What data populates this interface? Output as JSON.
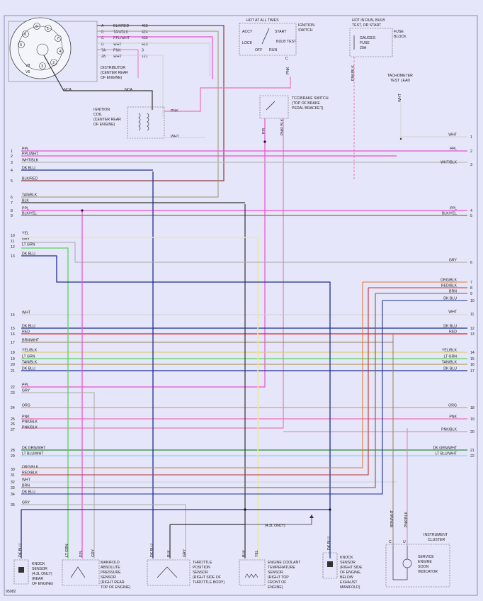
{
  "colors": {
    "background": "#e6e6fa",
    "border": "#8a8ab4",
    "PPL": "#e84fd0",
    "PPL/WHT": "#e84fd0",
    "WHT/BLK": "#b9b9b9",
    "DK BLU": "#1e2f8c",
    "BLK/RED": "#8c3a3a",
    "TAN/BLK": "#a8a284",
    "BLK": "#333333",
    "BLK/YEL": "#7a7a3a",
    "YEL": "#f3ef6a",
    "GRY": "#a8a8a8",
    "LT GRN": "#5ad25a",
    "WHT": "#d0d0d0",
    "RED": "#e02020",
    "BRN/WHT": "#9a7a5a",
    "YEL/BLK": "#d8d070",
    "TAN/BLK2": "#b0a070",
    "ORG": "#ff9a3a",
    "PNK": "#f070b8",
    "PNK/BLK": "#e080b0",
    "DK GRN/WHT": "#2a8a3a",
    "LT BLU/WHT": "#8ad0ff",
    "ORG/BLK": "#e07830",
    "RED/BLK": "#c03030",
    "BRN": "#8a5a2a"
  },
  "distributor": {
    "pins": [
      "8",
      "1",
      "6",
      "7",
      "5",
      "4",
      "2",
      "3"
    ],
    "v_labels": [
      "V8",
      "V6"
    ],
    "caption": [
      "DISTRIBUTOR",
      "(CENTER REAR",
      "OF ENGINE)"
    ],
    "terminals": [
      {
        "t": "A",
        "color": "BLK/RED",
        "num": "453"
      },
      {
        "t": "B",
        "color": "TAN/BLK",
        "num": "424"
      },
      {
        "t": "C",
        "color": "PPL/WHT",
        "num": "430"
      },
      {
        "t": "D",
        "color": "WHT",
        "num": "423"
      },
      {
        "t": "7A",
        "color": "PNK",
        "num": "3"
      },
      {
        "t": "2B",
        "color": "WHT",
        "num": "121"
      }
    ],
    "nca_left": "NCA",
    "nca_right": "NCA"
  },
  "ignition_switch": {
    "title": "HOT AT ALL TIMES",
    "label": [
      "IGNITION",
      "SWITCH"
    ],
    "positions": [
      "ACCY",
      "START",
      "LOCK",
      "BULB TEST",
      "OFF",
      "RUN"
    ],
    "terminal": "C",
    "wire": "PNK"
  },
  "fuse": {
    "title": [
      "HOT IN RUN, BULB",
      "TEST, OR START"
    ],
    "label": [
      "FUSE",
      "BLOCK"
    ],
    "name": [
      "GAUGES",
      "FUSE",
      "20A"
    ],
    "wire": "PNK/BLK"
  },
  "tach": {
    "label": [
      "TACHOMETER",
      "TEST LEAD"
    ],
    "wire": "WHT"
  },
  "coil": {
    "label": [
      "IGNITION",
      "COIL",
      "(CENTER REAR",
      "OF ENGINE)"
    ],
    "wires": [
      "PNK",
      "WHT"
    ]
  },
  "tcc": {
    "label": [
      "TCC/BRAKE SWITCH",
      "(TOP OF BRAKE",
      "PEDAL BRACKET)"
    ],
    "wires": [
      "PPL",
      "PNK/ BLK"
    ]
  },
  "left_rows": [
    {
      "n": "1",
      "lbl": "PPL"
    },
    {
      "n": "2",
      "lbl": "PPL/WHT"
    },
    {
      "n": "3",
      "lbl": "WHT/BLK"
    },
    {
      "n": "4",
      "lbl": "DK BLU"
    },
    {
      "n": "5",
      "lbl": "BLK/RED"
    },
    {
      "n": "6",
      "lbl": "TAN/BLK"
    },
    {
      "n": "7",
      "lbl": "BLK"
    },
    {
      "n": "8",
      "lbl": "PPL"
    },
    {
      "n": "9",
      "lbl": "BLK/YEL"
    },
    {
      "n": "10",
      "lbl": "YEL"
    },
    {
      "n": "11",
      "lbl": "GRY"
    },
    {
      "n": "12",
      "lbl": "LT GRN"
    },
    {
      "n": "13",
      "lbl": "DK BLU"
    },
    {
      "n": "14",
      "lbl": "WHT"
    },
    {
      "n": "15",
      "lbl": "DK BLU"
    },
    {
      "n": "16",
      "lbl": "RED"
    },
    {
      "n": "17",
      "lbl": "BRN/WHT"
    },
    {
      "n": "18",
      "lbl": "YEL/BLK"
    },
    {
      "n": "19",
      "lbl": "LT GRN"
    },
    {
      "n": "20",
      "lbl": "TAN/BLK"
    },
    {
      "n": "21",
      "lbl": "DK BLU"
    },
    {
      "n": "22",
      "lbl": "PPL"
    },
    {
      "n": "23",
      "lbl": "GRY"
    },
    {
      "n": "24",
      "lbl": "ORG"
    },
    {
      "n": "25",
      "lbl": "PNK"
    },
    {
      "n": "26",
      "lbl": "PNK/BLK"
    },
    {
      "n": "27",
      "lbl": "PNK/BLK"
    },
    {
      "n": "28",
      "lbl": "DK GRN/WHT"
    },
    {
      "n": "29",
      "lbl": "LT BLU/WHT"
    },
    {
      "n": "30",
      "lbl": "ORG/BLK"
    },
    {
      "n": "31",
      "lbl": "RED/BLK"
    },
    {
      "n": "32",
      "lbl": "WHT"
    },
    {
      "n": "33",
      "lbl": "BRN"
    },
    {
      "n": "34",
      "lbl": "DK BLU"
    },
    {
      "n": "35",
      "lbl": "GRY"
    }
  ],
  "right_rows": [
    {
      "n": "1",
      "lbl": "WHT"
    },
    {
      "n": "2",
      "lbl": "PPL"
    },
    {
      "n": "3",
      "lbl": "WHT/BLK"
    },
    {
      "n": "4",
      "lbl": "PPL"
    },
    {
      "n": "5",
      "lbl": "BLK/YEL"
    },
    {
      "n": "6",
      "lbl": "GRY"
    },
    {
      "n": "7",
      "lbl": "ORG/BLK"
    },
    {
      "n": "8",
      "lbl": "RED/BLK"
    },
    {
      "n": "9",
      "lbl": "BRN"
    },
    {
      "n": "10",
      "lbl": "DK BLU"
    },
    {
      "n": "11",
      "lbl": "WHT"
    },
    {
      "n": "12",
      "lbl": "DK BLU"
    },
    {
      "n": "13",
      "lbl": "RED"
    },
    {
      "n": "14",
      "lbl": "YEL/BLK"
    },
    {
      "n": "15",
      "lbl": "LT GRN"
    },
    {
      "n": "16",
      "lbl": "TAN/BLK"
    },
    {
      "n": "17",
      "lbl": "DK BLU"
    },
    {
      "n": "18",
      "lbl": "ORG"
    },
    {
      "n": "19",
      "lbl": "PNK"
    },
    {
      "n": "20",
      "lbl": "PNK/BLK"
    },
    {
      "n": "21",
      "lbl": "DK GRN/WHT"
    },
    {
      "n": "22",
      "lbl": "LT BLU/WHT"
    }
  ],
  "bottom": {
    "knock_left": {
      "wire": "DK BLU",
      "label": [
        "KNOCK",
        "SENSOR",
        "(4.3L ONLY)",
        "(REAR",
        "OF ENGINE)"
      ]
    },
    "map": {
      "wires": [
        "LT GRN",
        "PPL",
        "GRY"
      ],
      "label": [
        "MANIFOLD",
        "ABSOLUTE",
        "PRESSURE",
        "SENSOR",
        "(RIGHT REAR",
        "TOP OF ENGINE)"
      ]
    },
    "tps": {
      "wires": [
        "DK BLU",
        "BLK",
        "GRY"
      ],
      "label": [
        "THROTTLE",
        "POSITION",
        "SENSOR",
        "(RIGHT SIDE OF",
        "THROTTLE BODY)"
      ]
    },
    "ect": {
      "wires": [
        "BLK",
        "YEL"
      ],
      "label": [
        "ENGINE COOLANT",
        "TEMPERATURE",
        "SENSOR",
        "(RIGHT TOP",
        "FRONT OF",
        "ENGINE)"
      ]
    },
    "knock_right": {
      "wire": "DK BLU",
      "label": [
        "KNOCK",
        "SENSOR",
        "(RIGHT SIDE",
        "OF ENGINE,",
        "BELOW",
        "EXHAUST",
        "MANIFOLD)"
      ]
    },
    "only43": "(4.3L ONLY)",
    "cluster": {
      "title": [
        "INSTRUMENT",
        "CLUSTER"
      ],
      "wires": [
        "BRN/WHT",
        "PNK/BLK"
      ],
      "terminals": [
        "C",
        "U"
      ],
      "label": [
        "SERVICE",
        "ENGINE",
        "SOON",
        "INDICATOR"
      ]
    }
  },
  "footer_code": "95082"
}
